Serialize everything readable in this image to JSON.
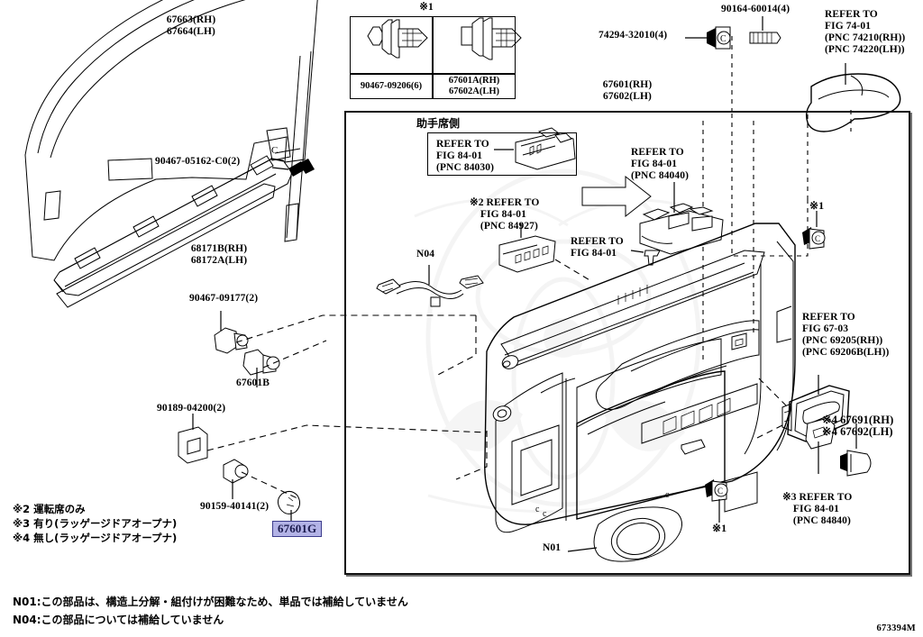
{
  "diagram": {
    "id": "673394M",
    "highlight_color": "#b3b3e6",
    "highlight_border": "#3c3c8c"
  },
  "top_table": {
    "header": "※1",
    "cells": [
      {
        "part": "90467-09206(6)",
        "icon": "push-clip-icon"
      },
      {
        "part": "67601A(RH)\n67602A(LH)",
        "icon": "push-clip-icon"
      }
    ]
  },
  "labels": {
    "trim_frame": "67663(RH)\n67664(LH)",
    "screw_05162": "90467-05162-C0(2)",
    "weatherstrip": "68171B(RH)\n68172A(LH)",
    "clip_09177": "90467-09177(2)",
    "clip_67601b": "67601B",
    "clip_04200": "90189-04200(2)",
    "clip_40141": "90159-40141(2)",
    "highlighted_part": "67601G",
    "grommet_74294": "74294-32010(4)",
    "screw_90164": "90164-60014(4)",
    "refer_74_01": "REFER TO\nFIG 74-01\n(PNC 74210(RH))\n(PNC 74220(LH))",
    "door_trim_board": "67601(RH)\n67602(LH)",
    "passenger_side": "助手席側",
    "refer_84030": "REFER TO\nFIG 84-01\n(PNC 84030)",
    "refer_84040": "REFER TO\nFIG 84-01\n(PNC 84040)",
    "refer_84927": "※2 REFER TO\n    FIG 84-01\n    (PNC 84927)",
    "refer_8401_screw": "REFER TO\nFIG 84-01",
    "harness_n04": "N04",
    "mark_1_a": "※1",
    "mark_1_b": "※1",
    "refer_67_03": "REFER TO\nFIG 67-03\n(PNC 69205(RH))\n(PNC 69206B(LH))",
    "inside_handle": "※4 67691(RH)\n※4 67692(LH)",
    "refer_84840": "※3 REFER TO\n    FIG 84-01\n    (PNC 84840)",
    "speaker_n01": "N01"
  },
  "legend": {
    "marks": [
      "※2 運転席のみ",
      "※3 有り(ラッゲージドアオープナ)",
      "※4 無し(ラッゲージドアオープナ)"
    ],
    "notes": [
      "N01:この部品は、構造上分解・組付けが困難なため、単品では補給していません",
      "N04:この部品については補給していません"
    ]
  }
}
